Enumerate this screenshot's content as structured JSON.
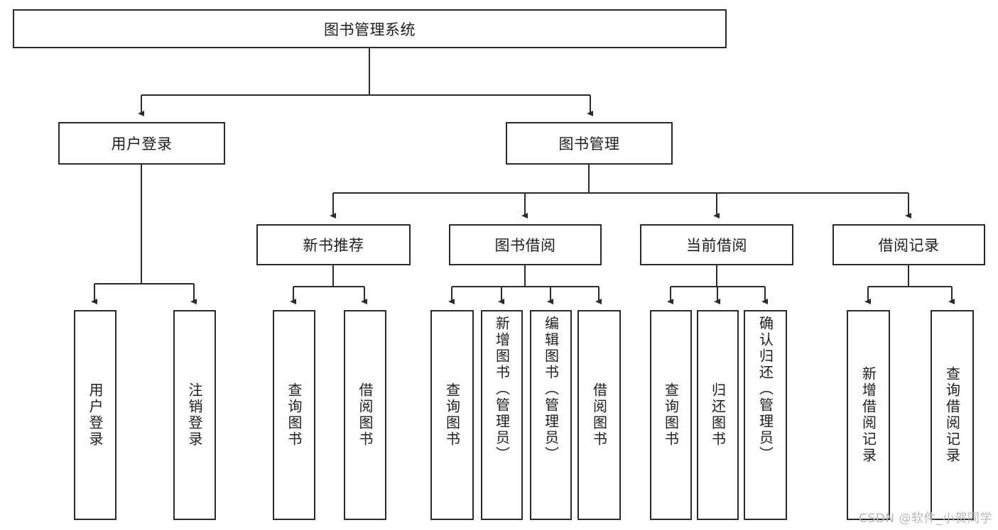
{
  "diagram": {
    "title": "图书管理系统",
    "type": "function-structure-tree",
    "watermark": "CSDN @软件_小贺同学",
    "colors": {
      "background": "#ffffff",
      "border": "#2b2b2b",
      "text": "#1d1d1d",
      "connector": "#2b2b2b",
      "watermark": "#b8b8b8"
    },
    "levels": {
      "root": {
        "label": "图书管理系统"
      },
      "level2": [
        {
          "label": "用户登录"
        },
        {
          "label": "图书管理"
        }
      ],
      "level3": [
        {
          "label": "新书推荐"
        },
        {
          "label": "图书借阅"
        },
        {
          "label": "当前借阅"
        },
        {
          "label": "借阅记录"
        }
      ],
      "leaves": {
        "user_login": [
          {
            "label": "用户登录"
          },
          {
            "label": "注销登录"
          }
        ],
        "new_book_recommend": [
          {
            "label": "查询图书"
          },
          {
            "label": "借阅图书"
          }
        ],
        "book_borrow": [
          {
            "label": "查询图书"
          },
          {
            "label": "新增图书（管理员）"
          },
          {
            "label": "编辑图书（管理员）"
          },
          {
            "label": "借阅图书"
          }
        ],
        "current_borrow": [
          {
            "label": "查询图书"
          },
          {
            "label": "归还图书"
          },
          {
            "label": "确认归还（管理员）"
          }
        ],
        "borrow_record": [
          {
            "label": "新增借阅记录"
          },
          {
            "label": "查询借阅记录"
          }
        ]
      }
    }
  }
}
